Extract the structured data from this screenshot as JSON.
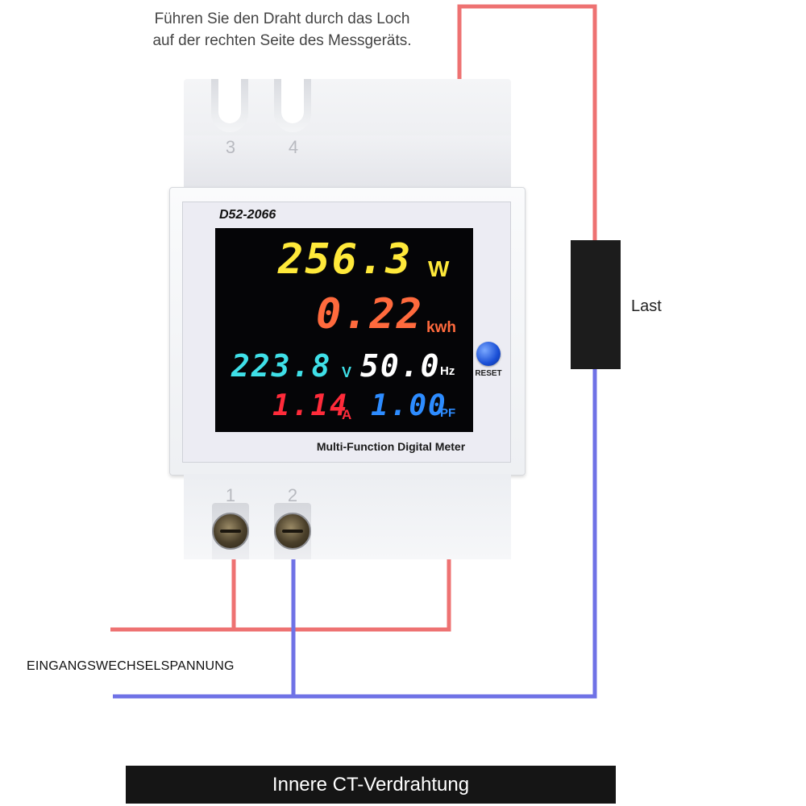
{
  "instruction": {
    "line1": "Führen Sie den Draht durch das Loch",
    "line2": "auf der rechten Seite des Messgeräts."
  },
  "meter": {
    "model": "D52-2066",
    "label": "Multi-Function Digital Meter",
    "reset_label": "RESET",
    "top_terminals": [
      "3",
      "4"
    ],
    "bottom_terminals": [
      "1",
      "2"
    ],
    "readings": {
      "power": {
        "value": "256.3",
        "unit": "W",
        "color": "#ffe93a"
      },
      "energy": {
        "value": "0.22",
        "unit": "kwh",
        "color": "#ff6a3d"
      },
      "voltage": {
        "value": "223.8",
        "unit": "V",
        "color": "#3fe0e8"
      },
      "frequency": {
        "value": "50.0",
        "unit": "Hz",
        "color": "#ffffff"
      },
      "current": {
        "value": "1.14",
        "unit": "A",
        "color": "#ff2b3a"
      },
      "power_factor": {
        "value": "1.00",
        "unit": "PF",
        "color": "#2d8cff"
      }
    }
  },
  "load": {
    "label": "Last"
  },
  "input": {
    "label": "EINGANGSWECHSELSPANNUNG"
  },
  "banner": {
    "text": "Innere CT-Verdrahtung"
  },
  "colors": {
    "live_wire": "#ee7272",
    "neutral_wire": "#6f72e6"
  }
}
